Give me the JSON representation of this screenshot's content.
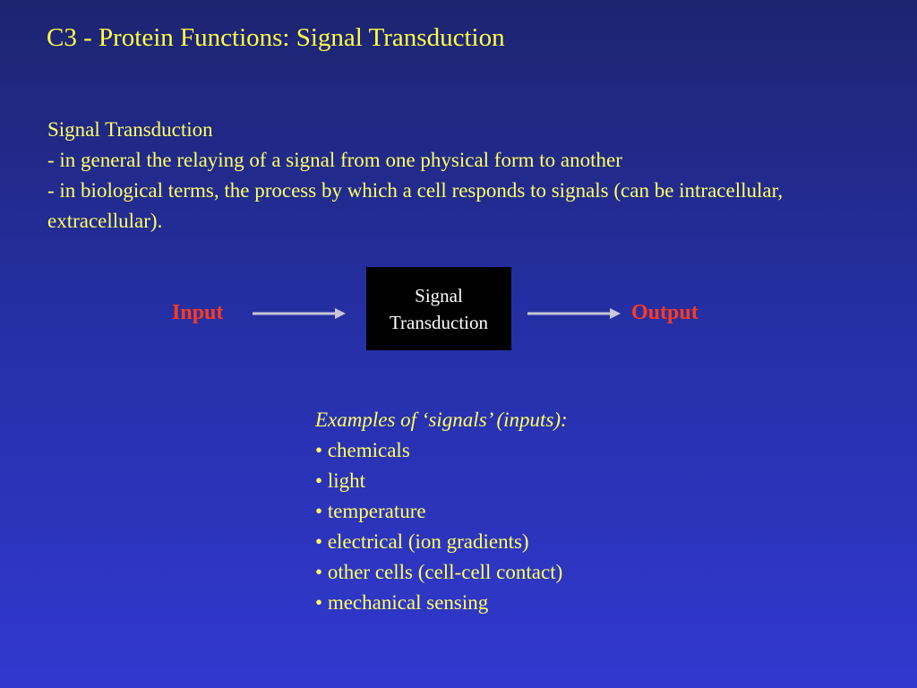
{
  "slide": {
    "title": "C3 - Protein Functions:  Signal Transduction"
  },
  "intro": {
    "heading": "Signal Transduction",
    "lines": [
      "- in general the relaying of a signal from one physical form to another",
      "- in biological terms, the process by which a cell responds to signals (can be intracellular, extracellular)."
    ]
  },
  "diagram": {
    "input_label": "Input",
    "box_line1": "Signal",
    "box_line2": "Transduction",
    "output_label": "Output",
    "colors": {
      "io_label": "#ff3b1f",
      "box_fill": "#000000",
      "box_text": "#ffffff",
      "arrow": "#c8c8d8"
    }
  },
  "examples": {
    "heading": "Examples of ‘signals’ (inputs):",
    "items": [
      "chemicals",
      "light",
      "temperature",
      "electrical (ion gradients)",
      "other cells (cell-cell contact)",
      "mechanical sensing"
    ]
  },
  "theme": {
    "background_top": "#1d2470",
    "background_bottom": "#3138cf",
    "text": "#ffff66"
  }
}
